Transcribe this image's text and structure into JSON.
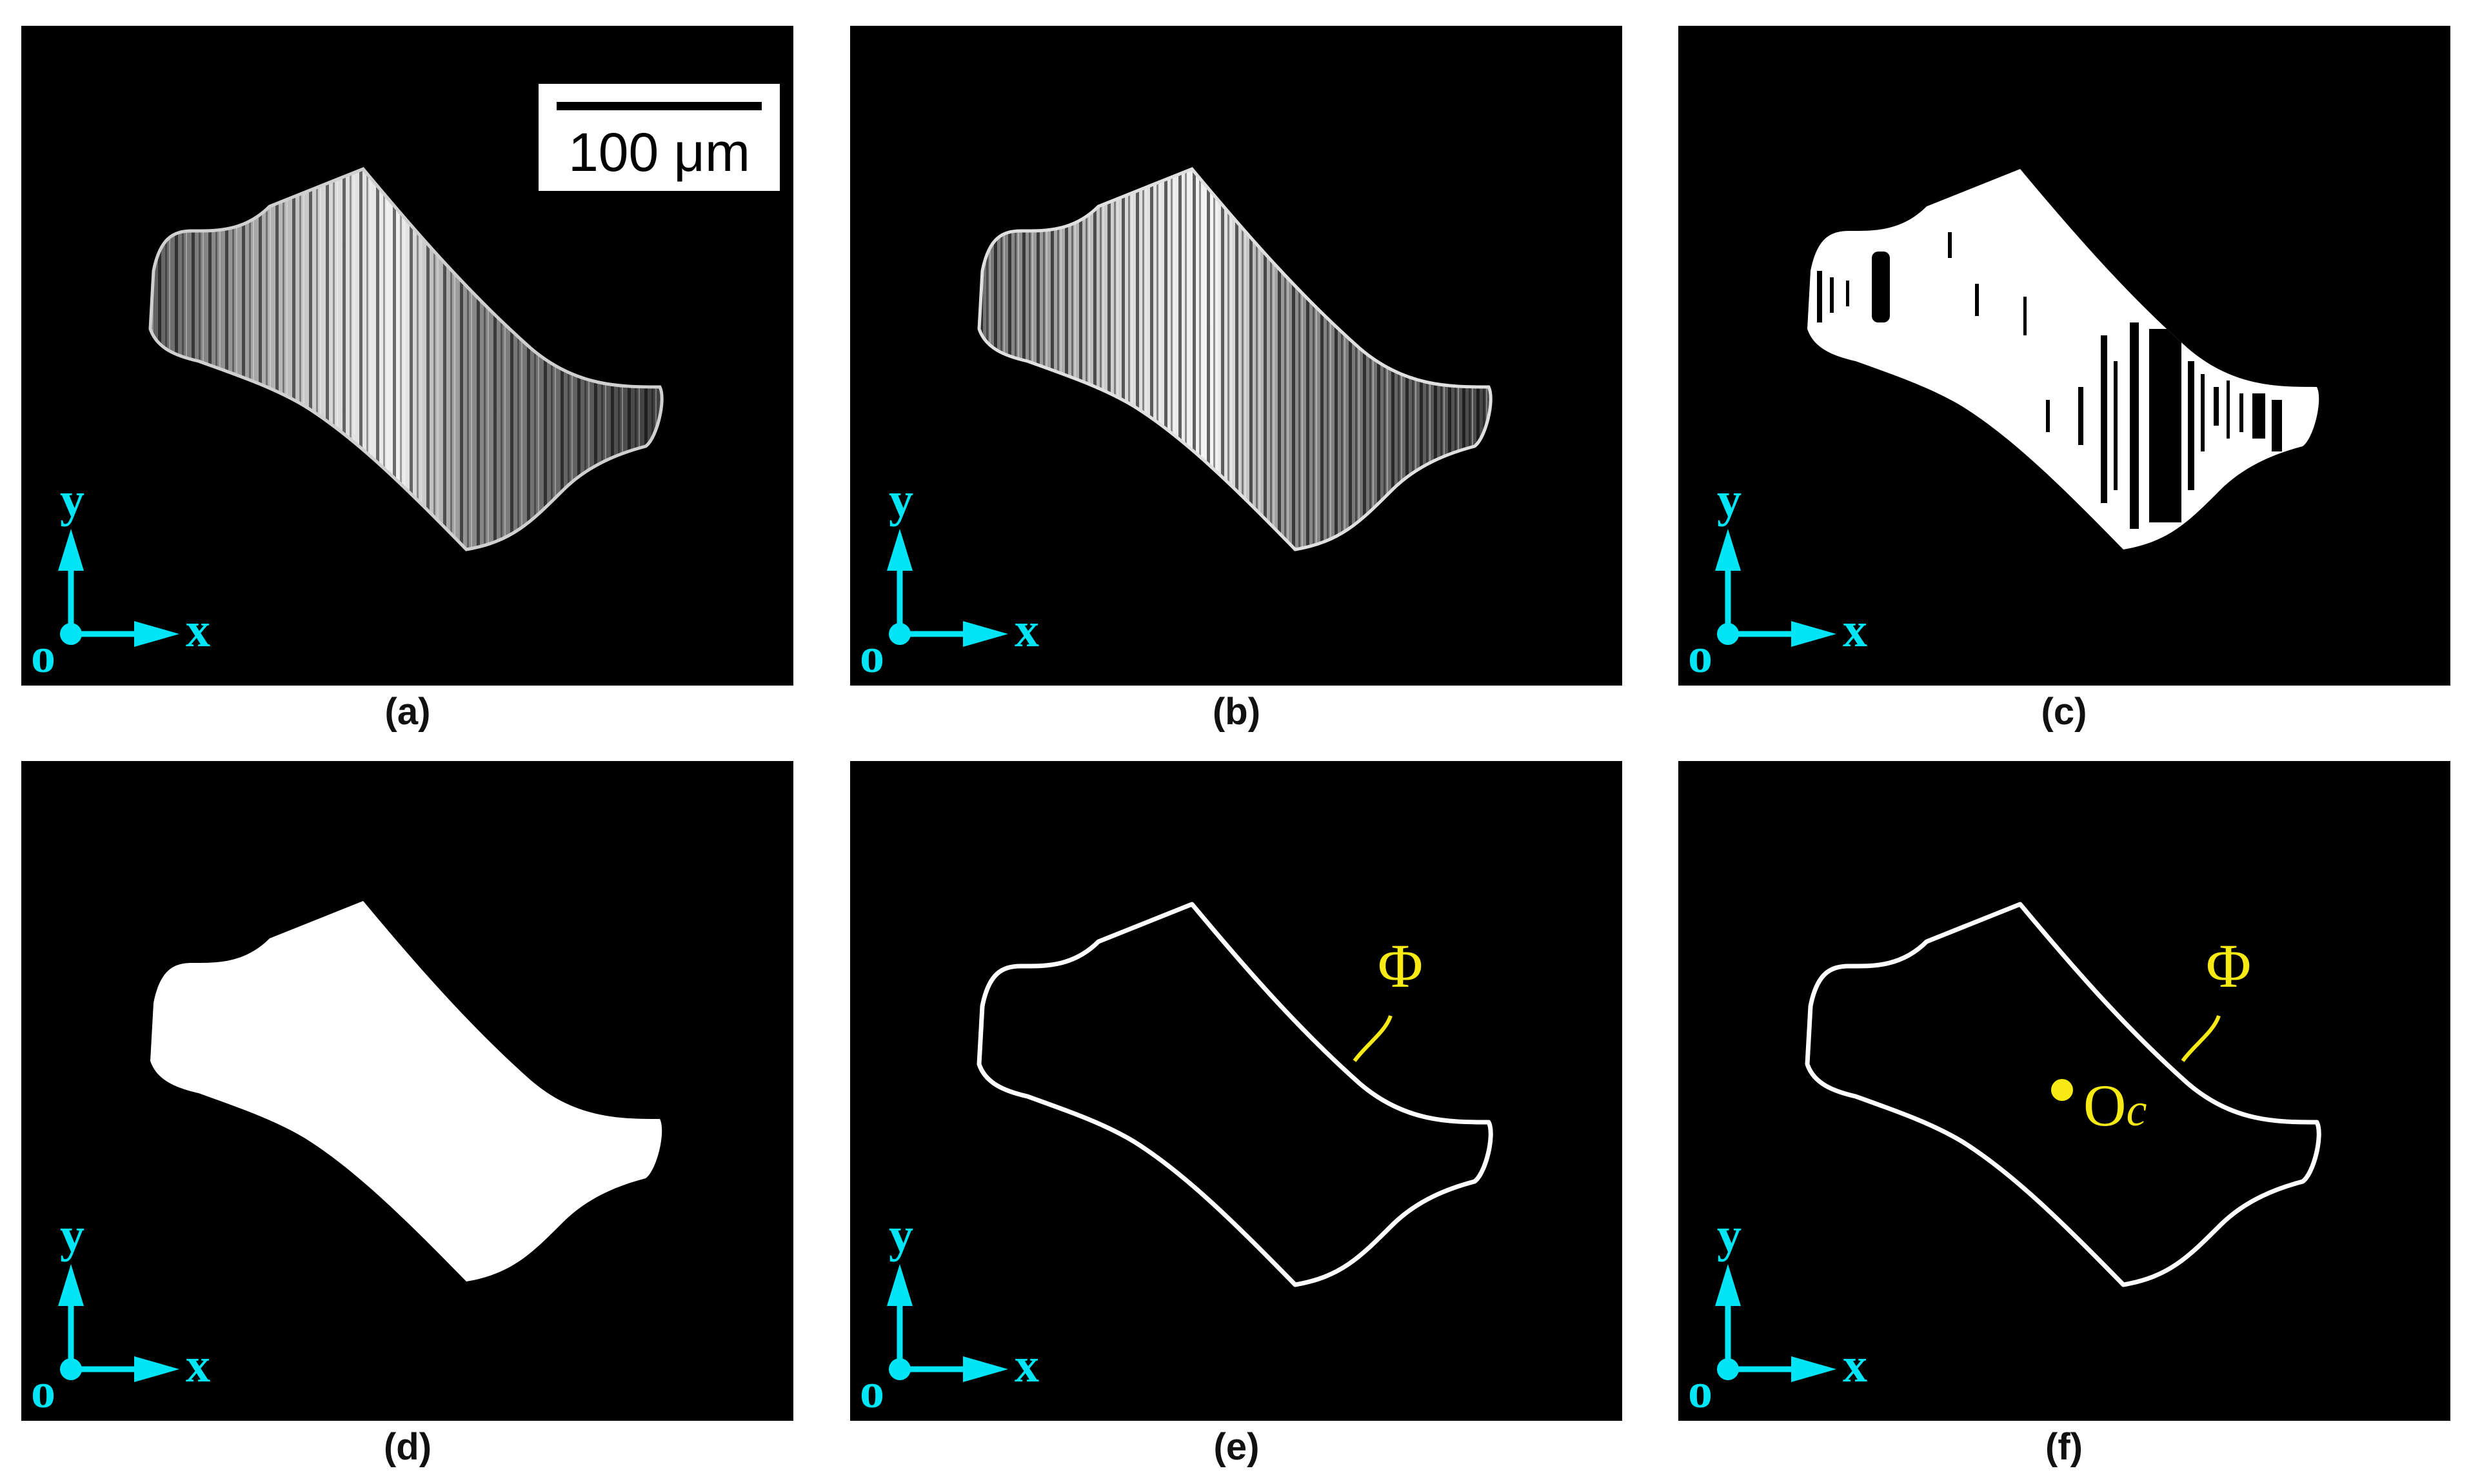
{
  "figure": {
    "panels": [
      {
        "id": "a",
        "caption": "(a)",
        "kind": "raw-image"
      },
      {
        "id": "b",
        "caption": "(b)",
        "kind": "filtered-image"
      },
      {
        "id": "c",
        "caption": "(c)",
        "kind": "binary-image"
      },
      {
        "id": "d",
        "caption": "(d)",
        "kind": "filled-mask"
      },
      {
        "id": "e",
        "caption": "(e)",
        "kind": "contour"
      },
      {
        "id": "f",
        "caption": "(f)",
        "kind": "contour-with-centroid"
      }
    ],
    "scale_bar": {
      "label": "100 μm"
    },
    "axes": {
      "x_label": "x",
      "y_label": "y",
      "origin_label": "o"
    },
    "annotations": {
      "contour_label": "Φ",
      "centroid_label": "O",
      "centroid_subscript": "c"
    },
    "colors": {
      "axis": "#00e5f5",
      "annotation": "#f7ea14",
      "background": "#000000",
      "foreground": "#ffffff"
    }
  }
}
